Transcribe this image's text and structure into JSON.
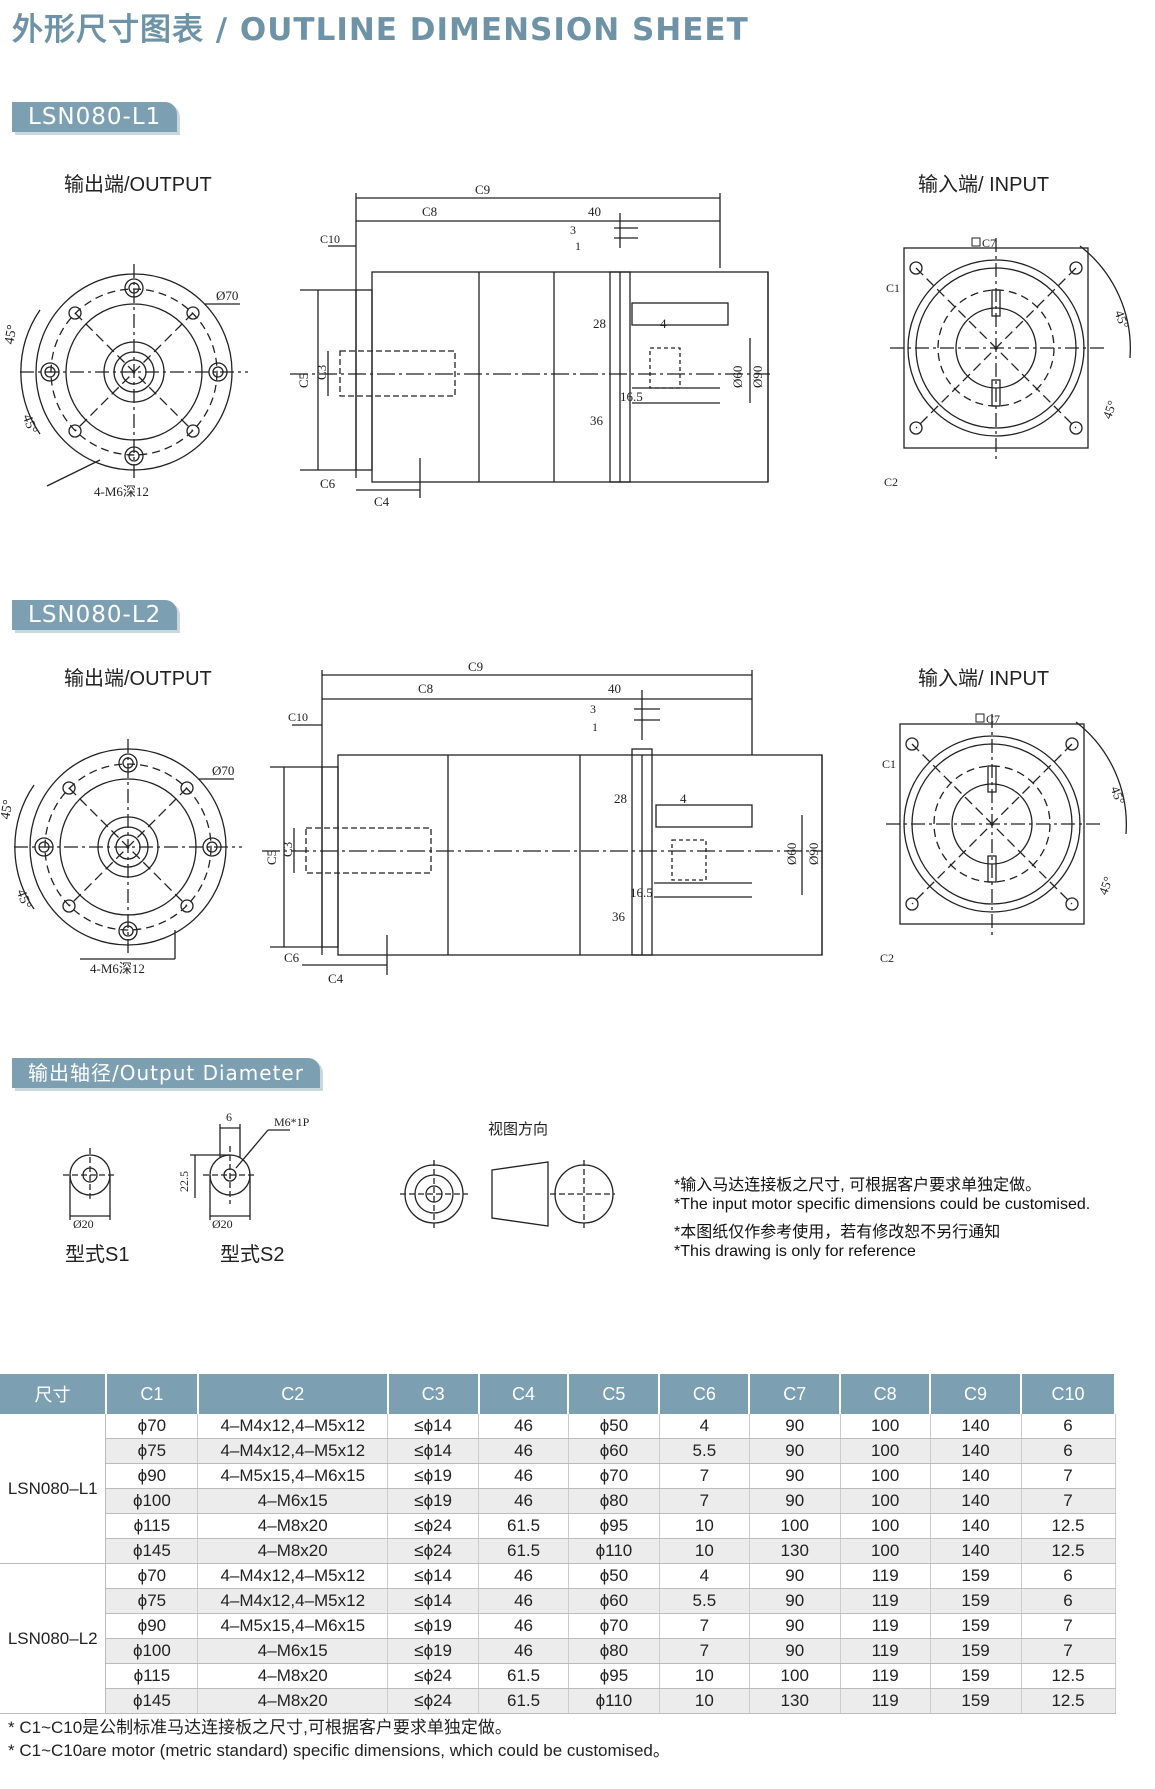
{
  "title": "外形尺寸图表 / OUTLINE DIMENSION SHEET",
  "sections": [
    {
      "model": "LSN080-L1",
      "output_label": "输出端/OUTPUT",
      "input_label": "输入端/ INPUT",
      "bolt_label": "4-M6深12"
    },
    {
      "model": "LSN080-L2",
      "output_label": "输出端/OUTPUT",
      "input_label": "输入端/ INPUT",
      "bolt_label": "4-M6深12"
    }
  ],
  "dims": {
    "c9": "C9",
    "c8": "C8",
    "c10": "C10",
    "d40": "40",
    "d3": "3",
    "d1": "1",
    "d28": "28",
    "d4": "4",
    "d165": "16.5",
    "d36": "36",
    "c5": "C5",
    "c3": "C3",
    "c6": "C6",
    "c4": "C4",
    "phi60": "Ø60",
    "phi90": "Ø90",
    "phi70": "Ø70",
    "c7": "C7",
    "c1": "C1",
    "c2": "C2",
    "deg45": "45°"
  },
  "diameter_section": {
    "tag": "输出轴径/Output Diameter",
    "s1_label": "型式S1",
    "s2_label": "型式S2",
    "s1_dim": "Ø20",
    "s2_dim": "Ø20",
    "s2_width": "6",
    "s2_height": "22.5",
    "s2_thread": "M6*1P",
    "view_label": "视图方向"
  },
  "notes": [
    "*输入马达连接板之尺寸, 可根据客户要求单独定做。",
    "*The input motor specific dimensions could be customised.",
    "*本图纸仅作参考使用，若有修改恕不另行通知",
    "*This drawing is only for reference"
  ],
  "table": {
    "headers": [
      "尺寸",
      "C1",
      "C2",
      "C3",
      "C4",
      "C5",
      "C6",
      "C7",
      "C8",
      "C9",
      "C10"
    ],
    "groups": [
      {
        "model": "LSN080–L1",
        "rows": [
          [
            "ϕ70",
            "4–M4x12,4–M5x12",
            "≤ϕ14",
            "46",
            "ϕ50",
            "4",
            "90",
            "100",
            "140",
            "6"
          ],
          [
            "ϕ75",
            "4–M4x12,4–M5x12",
            "≤ϕ14",
            "46",
            "ϕ60",
            "5.5",
            "90",
            "100",
            "140",
            "6"
          ],
          [
            "ϕ90",
            "4–M5x15,4–M6x15",
            "≤ϕ19",
            "46",
            "ϕ70",
            "7",
            "90",
            "100",
            "140",
            "7"
          ],
          [
            "ϕ100",
            "4–M6x15",
            "≤ϕ19",
            "46",
            "ϕ80",
            "7",
            "90",
            "100",
            "140",
            "7"
          ],
          [
            "ϕ115",
            "4–M8x20",
            "≤ϕ24",
            "61.5",
            "ϕ95",
            "10",
            "100",
            "100",
            "140",
            "12.5"
          ],
          [
            "ϕ145",
            "4–M8x20",
            "≤ϕ24",
            "61.5",
            "ϕ110",
            "10",
            "130",
            "100",
            "140",
            "12.5"
          ]
        ]
      },
      {
        "model": "LSN080–L2",
        "rows": [
          [
            "ϕ70",
            "4–M4x12,4–M5x12",
            "≤ϕ14",
            "46",
            "ϕ50",
            "4",
            "90",
            "119",
            "159",
            "6"
          ],
          [
            "ϕ75",
            "4–M4x12,4–M5x12",
            "≤ϕ14",
            "46",
            "ϕ60",
            "5.5",
            "90",
            "119",
            "159",
            "6"
          ],
          [
            "ϕ90",
            "4–M5x15,4–M6x15",
            "≤ϕ19",
            "46",
            "ϕ70",
            "7",
            "90",
            "119",
            "159",
            "7"
          ],
          [
            "ϕ100",
            "4–M6x15",
            "≤ϕ19",
            "46",
            "ϕ80",
            "7",
            "90",
            "119",
            "159",
            "7"
          ],
          [
            "ϕ115",
            "4–M8x20",
            "≤ϕ24",
            "61.5",
            "ϕ95",
            "10",
            "100",
            "119",
            "159",
            "12.5"
          ],
          [
            "ϕ145",
            "4–M8x20",
            "≤ϕ24",
            "61.5",
            "ϕ110",
            "10",
            "130",
            "119",
            "159",
            "12.5"
          ]
        ]
      }
    ]
  },
  "footnotes": [
    "* C1~C10是公制标准马达连接板之尺寸,可根据客户要求单独定做。",
    "* C1~C10are motor (metric standard) specific dimensions, which could be customised。"
  ]
}
